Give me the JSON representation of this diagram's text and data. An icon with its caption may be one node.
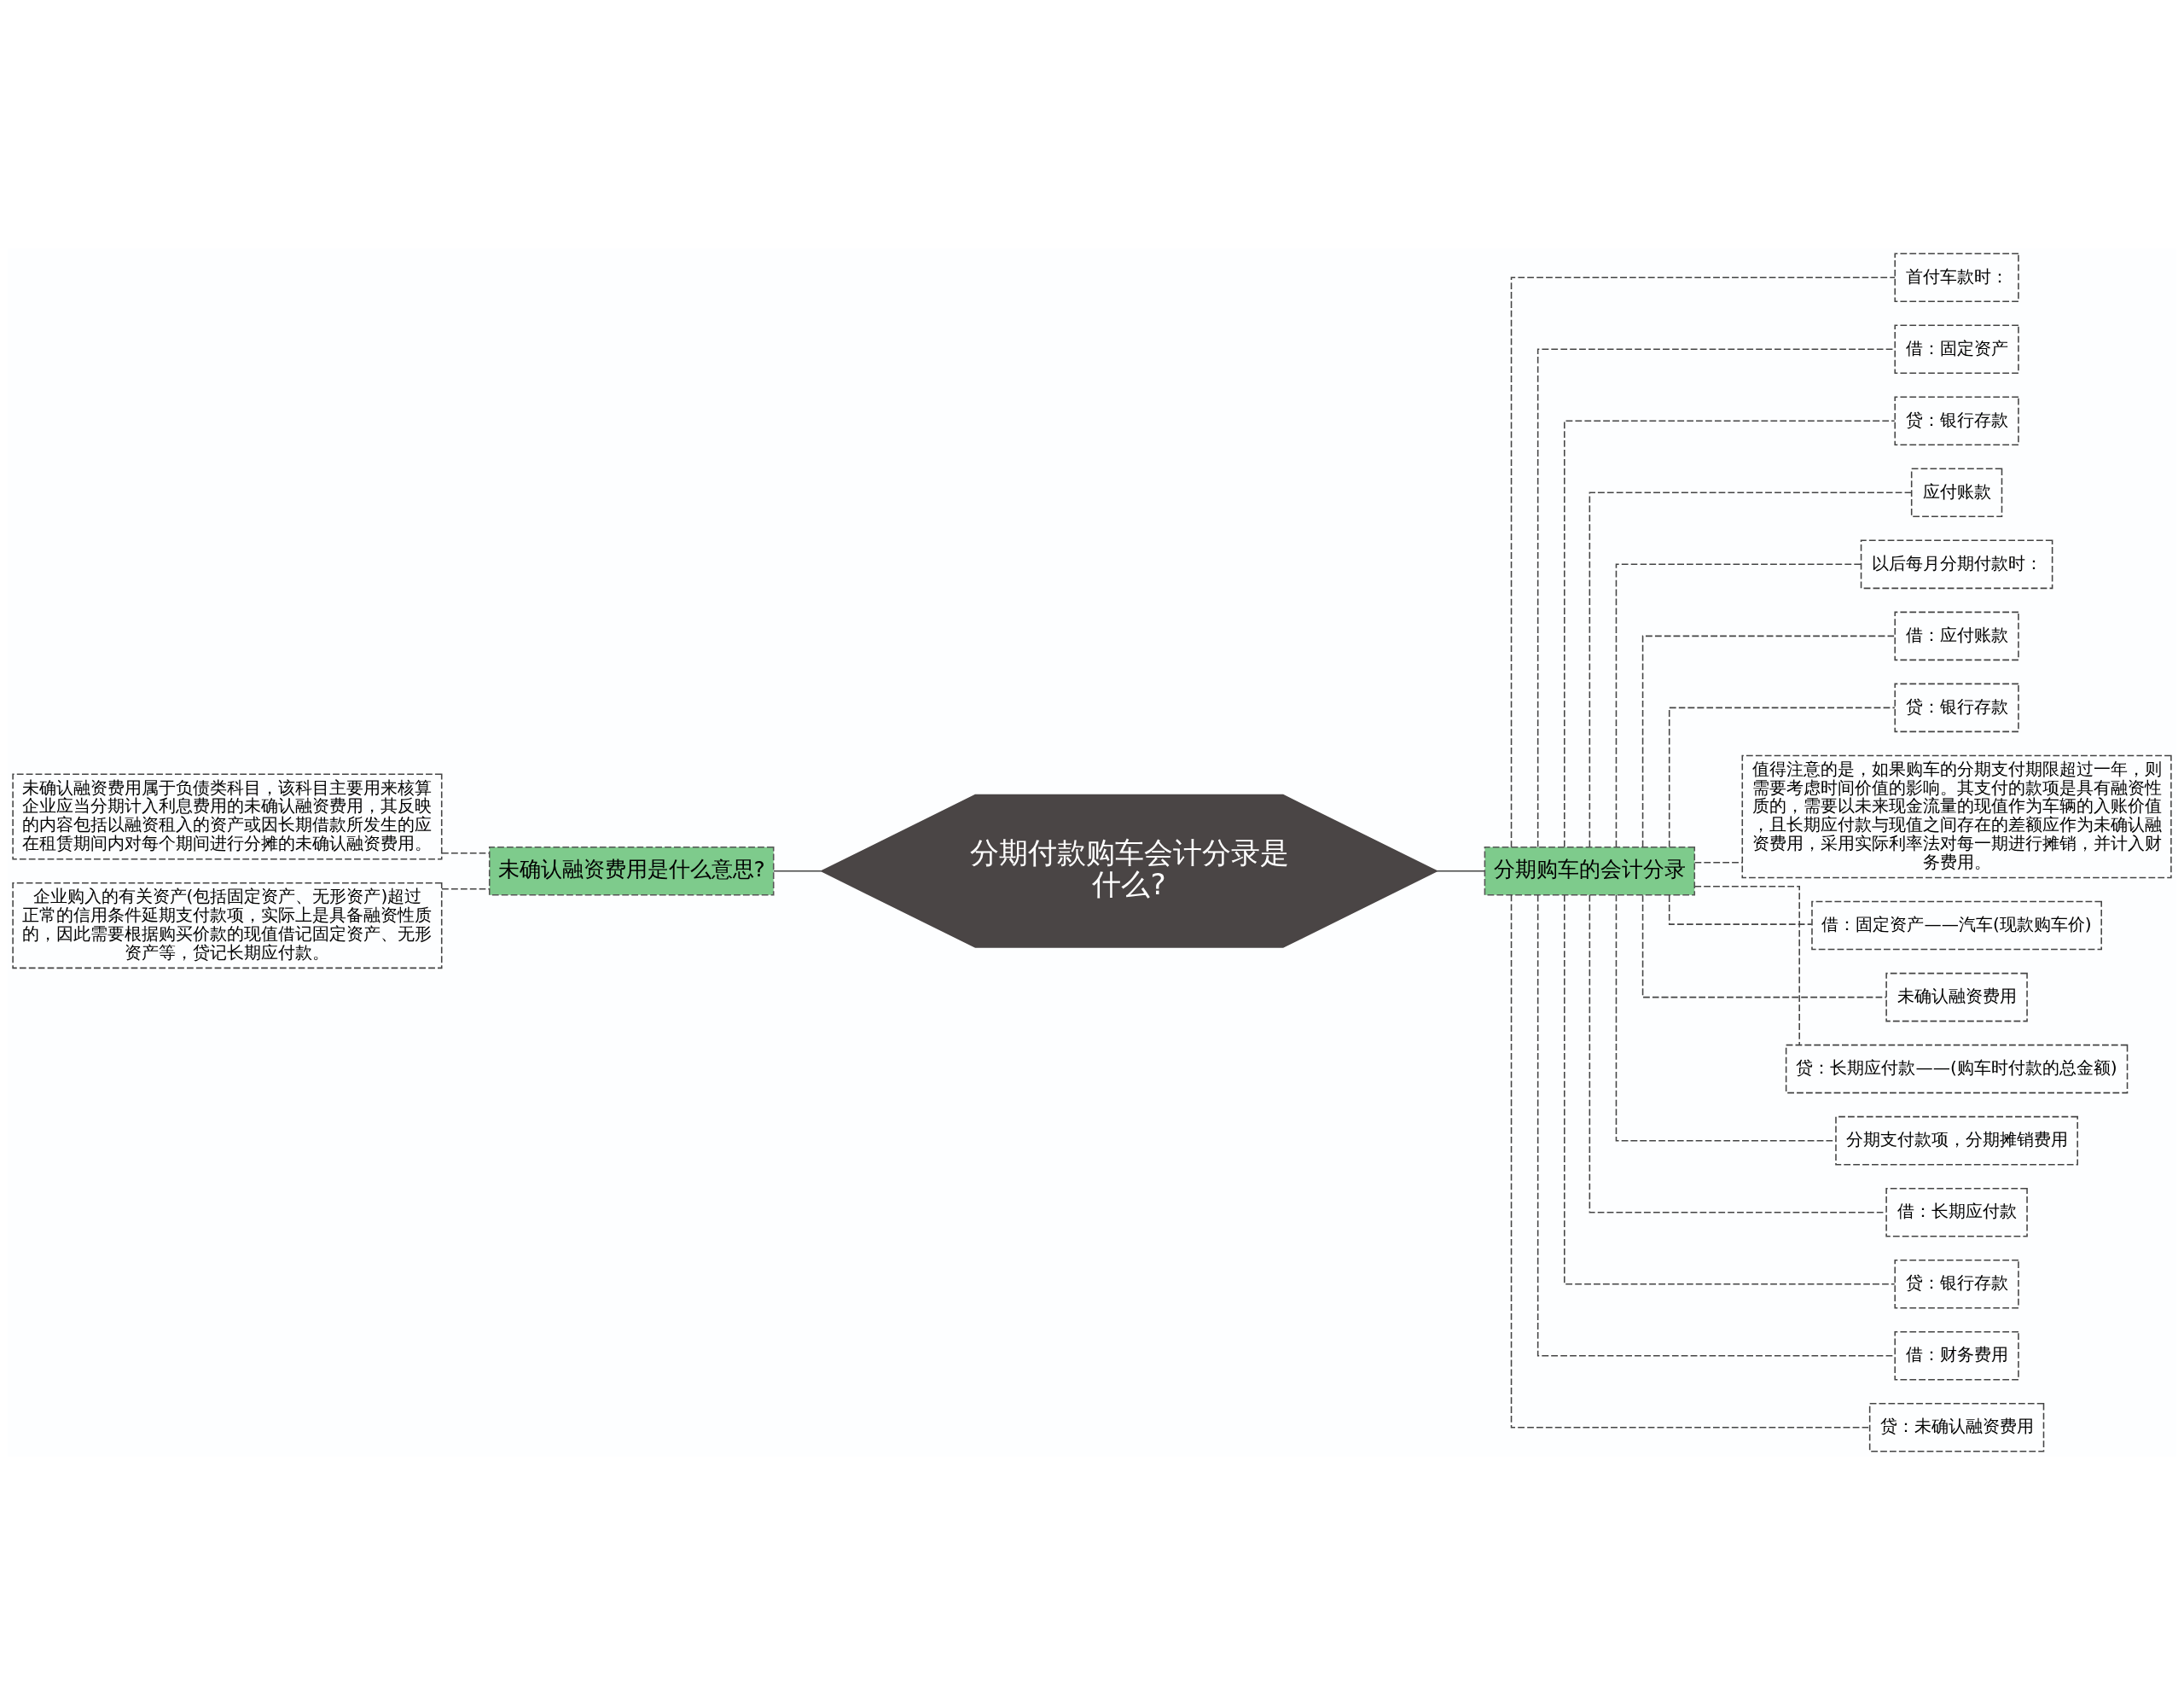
{
  "diagram": {
    "nodes": [
      {
        "text": [
          "分期付款购车会计分录是什么?"
        ]
      },
      {
        "text": [
          "未确认融资费用是什么意思?"
        ]
      },
      {
        "text": [
          "未确认融资费用属于负债类科目，该科目主要用来核算企业应当分期计入利息费用的未确认融资费用，其反映的内容包括以融资租入的资产或因长期借款所发生的应在租赁期间内对每个期间进行分摊的未确认融资费用。"
        ]
      },
      {
        "text": [
          "企业购入的有关资产(包括固定资产、无形资产)超过正常的信用条件延期支付款项，实际上是具备融资性质的，因此需要根据购买价款的现值借记固定资产、无形资产等，贷记长期应付款。"
        ]
      },
      {
        "text": [
          "分期购车的会计分录"
        ]
      },
      {
        "text": [
          "首付车款时："
        ]
      },
      {
        "text": [
          "借：固定资产"
        ]
      },
      {
        "text": [
          "贷：银行存款"
        ]
      },
      {
        "text": [
          "应付账款"
        ]
      },
      {
        "text": [
          "以后每月分期付款时："
        ]
      },
      {
        "text": [
          "借：应付账款"
        ]
      },
      {
        "text": [
          "贷：银行存款"
        ]
      },
      {
        "text": [
          "值得注意的是，如果购车的分期支付期限超过一年，则需要考虑时间价值的影响。其支付的款项是具有融资性质的，需要以未来现金流量的现值作为车辆的入账价值，且长期应付款与现值之间存在的差额应作为未确认融资费用，采用实际利率法对每一期进行摊销，并计入财务费用。"
        ]
      },
      {
        "text": [
          "借：固定资产——汽车(现款购车价)"
        ]
      },
      {
        "text": [
          "未确认融资费用"
        ]
      },
      {
        "text": [
          "贷：长期应付款——(购车时付款的总金额)"
        ]
      },
      {
        "text": [
          "分期支付款项，分期摊销费用"
        ]
      },
      {
        "text": [
          "借：长期应付款"
        ]
      },
      {
        "text": [
          "贷：银行存款"
        ]
      },
      {
        "text": [
          "借：财务费用"
        ]
      },
      {
        "text": [
          "贷：未确认融资费用"
        ]
      }
    ],
    "edges": [
      {
        "from": 0,
        "to": 1,
        "arrow": "none"
      },
      {
        "from": 1,
        "to": 2,
        "arrow": "none",
        "style": "dashed"
      },
      {
        "from": 1,
        "to": 3,
        "arrow": "none",
        "style": "dashed"
      },
      {
        "from": 0,
        "to": 4,
        "arrow": "none"
      },
      {
        "from": 4,
        "to": 5,
        "arrow": "none",
        "style": "dashed"
      },
      {
        "from": 4,
        "to": 6,
        "arrow": "none",
        "style": "dashed"
      },
      {
        "from": 4,
        "to": 7,
        "arrow": "none",
        "style": "dashed"
      },
      {
        "from": 4,
        "to": 8,
        "arrow": "none",
        "style": "dashed"
      },
      {
        "from": 4,
        "to": 9,
        "arrow": "none",
        "style": "dashed"
      },
      {
        "from": 4,
        "to": 10,
        "arrow": "none",
        "style": "dashed"
      },
      {
        "from": 4,
        "to": 11,
        "arrow": "none",
        "style": "dashed"
      },
      {
        "from": 4,
        "to": 12,
        "arrow": "none",
        "style": "dashed"
      },
      {
        "from": 4,
        "to": 13,
        "arrow": "none",
        "style": "dashed"
      },
      {
        "from": 4,
        "to": 14,
        "arrow": "none",
        "style": "dashed"
      },
      {
        "from": 4,
        "to": 15,
        "arrow": "none",
        "style": "dashed"
      },
      {
        "from": 4,
        "to": 16,
        "arrow": "none",
        "style": "dashed"
      },
      {
        "from": 4,
        "to": 17,
        "arrow": "none",
        "style": "dashed"
      },
      {
        "from": 4,
        "to": 18,
        "arrow": "none",
        "style": "dashed"
      },
      {
        "from": 4,
        "to": 19,
        "arrow": "none",
        "style": "dashed"
      },
      {
        "from": 4,
        "to": 20,
        "arrow": "none",
        "style": "dashed"
      }
    ]
  }
}
